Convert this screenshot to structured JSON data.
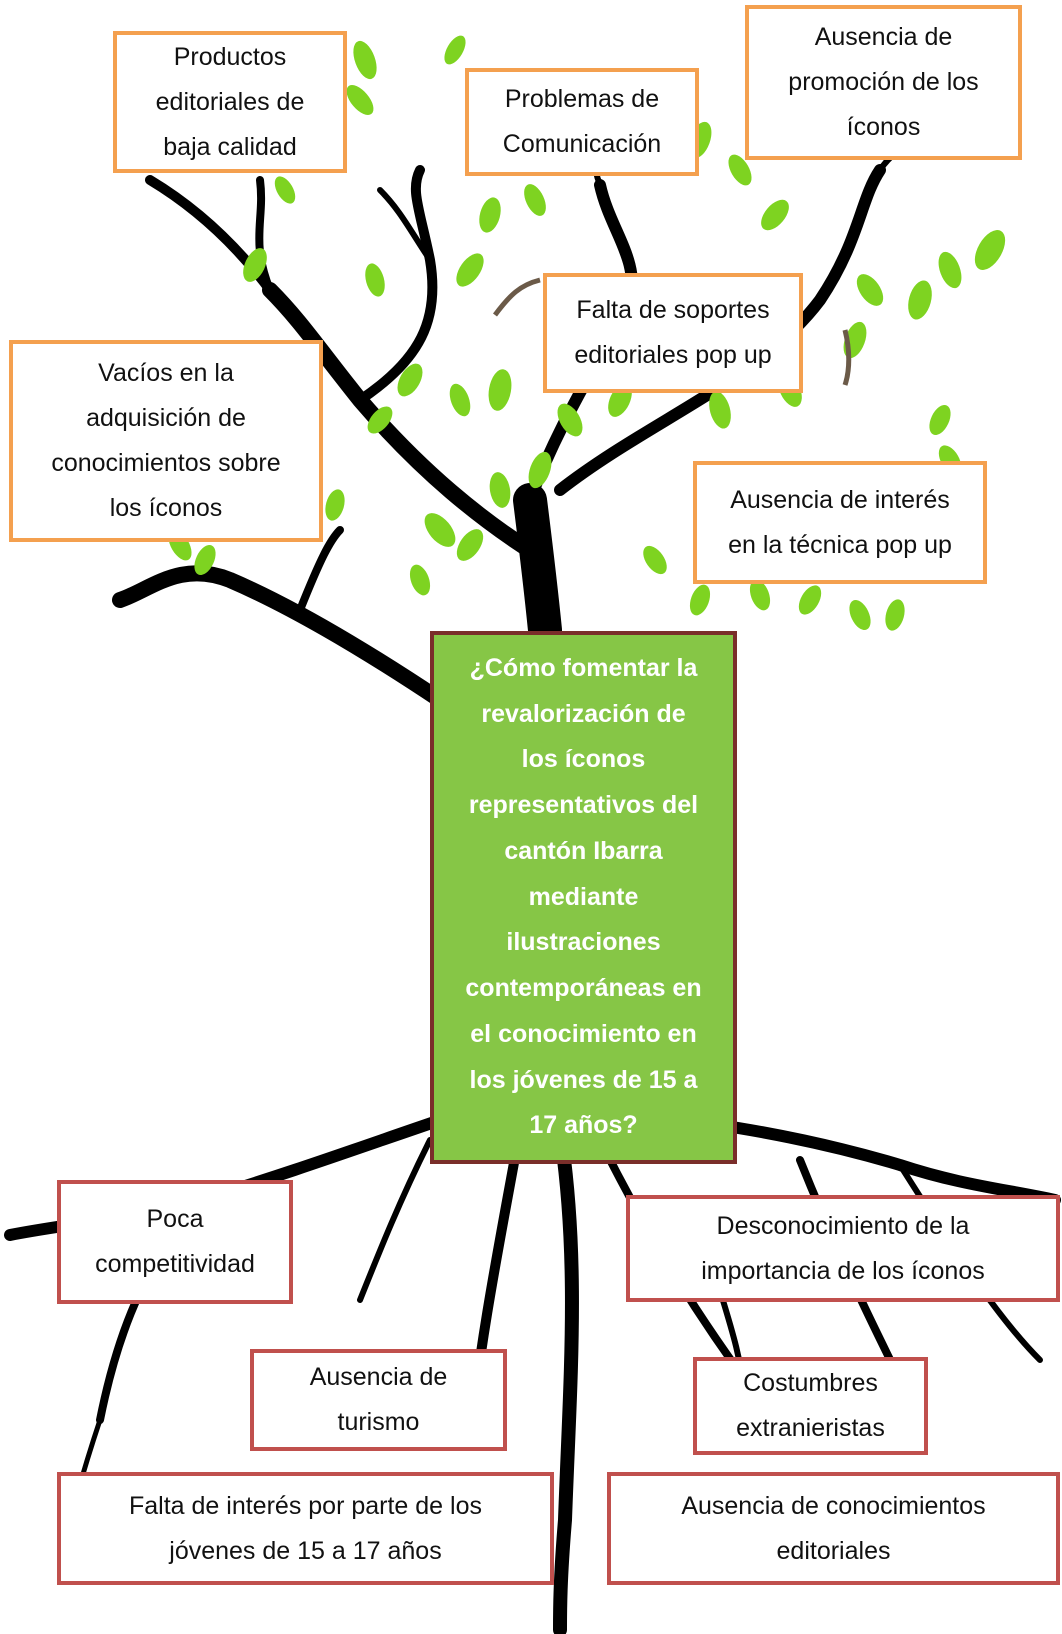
{
  "colors": {
    "effect_border": "#f4a04f",
    "cause_border": "#c0504d",
    "problem_fill": "#86c646",
    "problem_border": "#7a2e2a",
    "leaf": "#7ed321",
    "trunk": "#000000"
  },
  "central_problem": {
    "text": "¿Cómo fomentar la\nrevalorización de\nlos íconos\nrepresentativos  del\ncantón Ibarra\nmediante\nilustraciones\ncontemporáneas en\nel conocimiento en\nlos jóvenes de 15 a\n17 años?"
  },
  "effects": [
    {
      "id": "productos",
      "text": "Productos\neditoriales de\nbaja calidad"
    },
    {
      "id": "comunicacion",
      "text": "Problemas de\nComunicación"
    },
    {
      "id": "promocion",
      "text": "Ausencia de\npromoción de los\níconos"
    },
    {
      "id": "soportes",
      "text": "Falta de soportes\neditoriales pop up"
    },
    {
      "id": "vacios",
      "text": "Vacíos en la\nadquisición de\nconocimientos sobre\nlos íconos"
    },
    {
      "id": "interes",
      "text": "Ausencia de interés\nen la técnica pop up"
    }
  ],
  "causes": [
    {
      "id": "competitividad",
      "text": "Poca\ncompetitividad"
    },
    {
      "id": "desconocimiento",
      "text": "Desconocimiento de la\nimportancia de los íconos"
    },
    {
      "id": "turismo",
      "text": "Ausencia de\nturismo"
    },
    {
      "id": "costumbres",
      "text": "Costumbres\nextranieristas"
    },
    {
      "id": "falta-interes",
      "text": "Falta de interés por parte de los\njóvenes de 15 a 17 años"
    },
    {
      "id": "conocimientos",
      "text": "Ausencia de conocimientos\neditoriales"
    }
  ]
}
